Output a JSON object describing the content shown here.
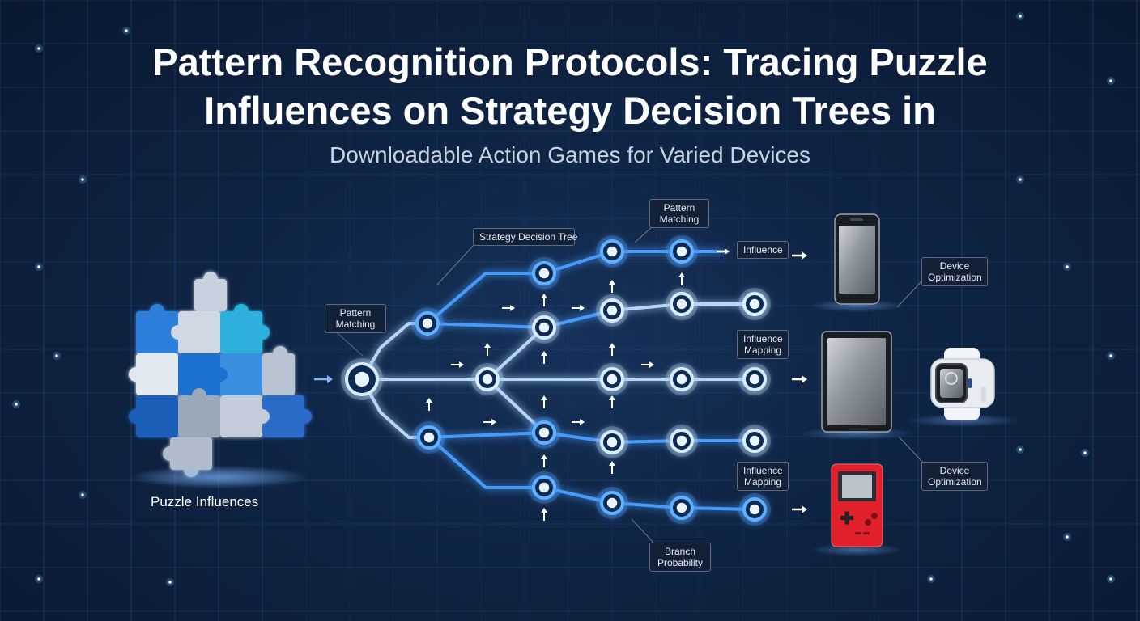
{
  "header": {
    "title_line1": "Pattern Recognition Protocols: Tracing Puzzle",
    "title_line2": "Influences on Strategy Decision Trees in",
    "subtitle": "Downloadable Action Games for Varied Devices"
  },
  "labels": {
    "pattern_matching_left": [
      "Pattern",
      "Matching"
    ],
    "strategy_decision_tree": "Strategy Decision Tree",
    "pattern_matching_top": [
      "Pattern",
      "Matching"
    ],
    "influence": "Influence",
    "influence_mapping_mid": [
      "Influence",
      "Mapping"
    ],
    "influence_mapping_low": [
      "Influence",
      "Mapping"
    ],
    "branch_probability": [
      "Branch",
      "Probability"
    ],
    "device_optimization_top": [
      "Device",
      "Optimization"
    ],
    "device_optimization_low": [
      "Device",
      "Optimization"
    ],
    "puzzle_influences": "Puzzle Influences"
  },
  "icons": {
    "puzzle": "puzzle-cluster-icon",
    "phone": "smartphone-icon",
    "tablet": "tablet-icon",
    "watch": "smartwatch-icon",
    "handheld": "handheld-console-icon"
  },
  "colors": {
    "background": "#0f2546",
    "node_glow": "#4fa3ff",
    "node_core": "#e8f4ff",
    "puzzle_blue": "#2f7fd9",
    "puzzle_cyan": "#2fb0dc",
    "puzzle_grey": "#9aa8b8",
    "handheld_red": "#e0202a"
  }
}
